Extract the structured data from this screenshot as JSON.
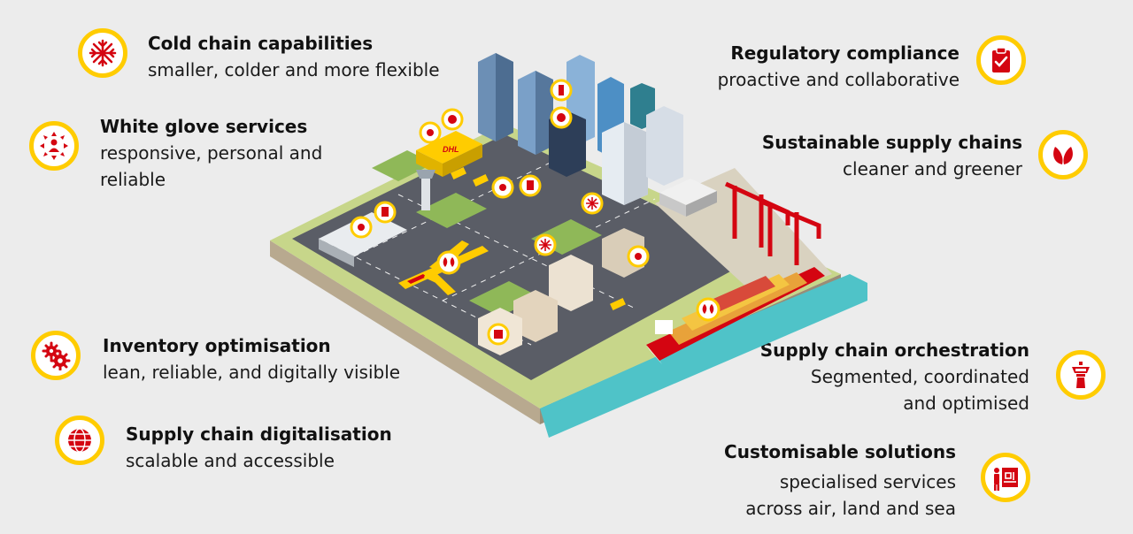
{
  "colors": {
    "yellow": "#ffcc00",
    "red": "#d40511",
    "background": "#ececec"
  },
  "features": [
    {
      "id": "cold-chain",
      "title": "Cold chain capabilities",
      "desc": [
        "smaller, colder and more flexible"
      ],
      "icon": "snowflake-icon"
    },
    {
      "id": "white-glove",
      "title": "White glove services",
      "desc": [
        "responsive, personal and",
        "reliable"
      ],
      "icon": "person-arrows-icon"
    },
    {
      "id": "inventory",
      "title": "Inventory optimisation",
      "desc": [
        "lean, reliable, and digitally visible"
      ],
      "icon": "gears-icon"
    },
    {
      "id": "digitalisation",
      "title": "Supply chain digitalisation",
      "desc": [
        "scalable and accessible"
      ],
      "icon": "globe-icon"
    },
    {
      "id": "regulatory",
      "title": "Regulatory compliance",
      "desc": [
        "proactive and collaborative"
      ],
      "icon": "clipboard-check-icon"
    },
    {
      "id": "sustainable",
      "title": "Sustainable supply chains",
      "desc": [
        "cleaner and greener"
      ],
      "icon": "leaves-icon"
    },
    {
      "id": "orchestration",
      "title": "Supply chain orchestration",
      "desc": [
        "Segmented, coordinated",
        "and optimised"
      ],
      "icon": "control-tower-icon"
    },
    {
      "id": "customisable",
      "title": "Customisable solutions",
      "desc": [
        "specialised services",
        "across air, land and sea"
      ],
      "icon": "person-board-icon"
    }
  ],
  "scene": {
    "brand_text": "DHL"
  }
}
